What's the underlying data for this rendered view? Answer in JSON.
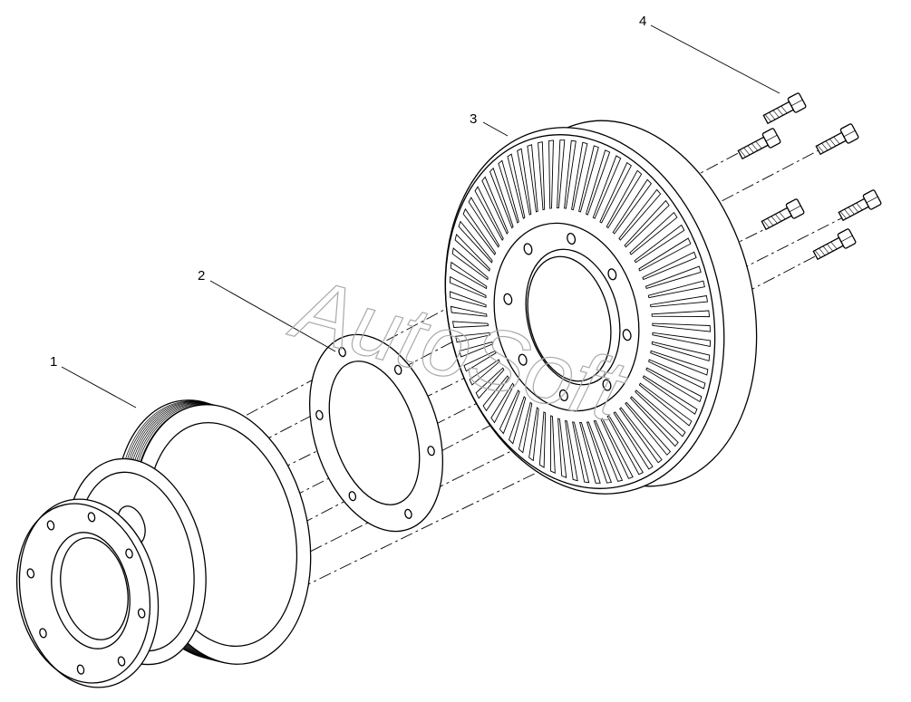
{
  "diagram": {
    "watermark": "AutoSoft",
    "callouts": [
      {
        "number": "1",
        "part": "pulley"
      },
      {
        "number": "2",
        "part": "gasket"
      },
      {
        "number": "3",
        "part": "gear-ring"
      },
      {
        "number": "4",
        "part": "bolt"
      }
    ],
    "gear_teeth_count": 72,
    "bolt_count": 6,
    "line_color": "#000000",
    "watermark_color": "#aaaaaa"
  }
}
